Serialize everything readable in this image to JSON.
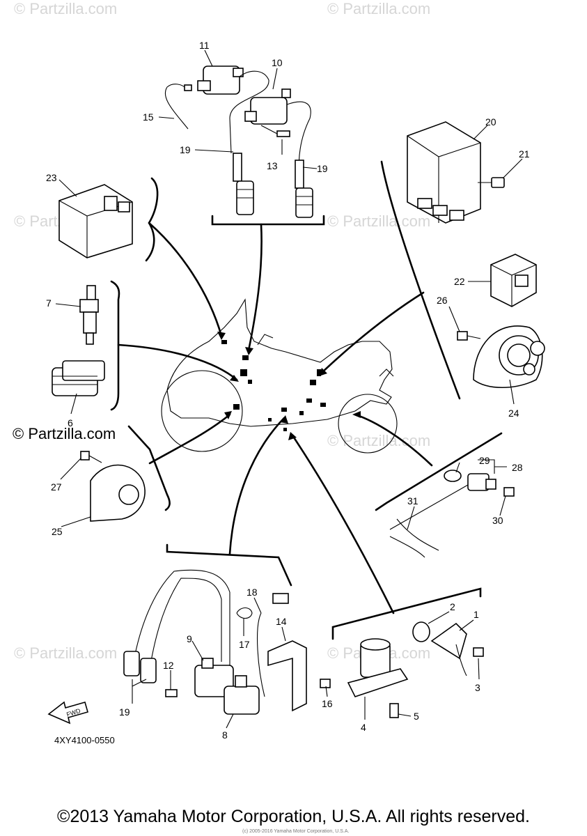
{
  "watermark_text": "© Partzilla.com",
  "watermark_emphasis": "© Partzilla.com",
  "diagram_code": "4XY4100-0550",
  "fwd_label": "FWD",
  "footer": "©2013 Yamaha Motor Corporation, U.S.A. All rights reserved.",
  "small_copyright": "(c) 2005-2016 Yamaha Motor Corporation, U.S.A.",
  "labels": {
    "n1": "1",
    "n2": "2",
    "n3": "3",
    "n4": "4",
    "n5": "5",
    "n6": "6",
    "n7": "7",
    "n8": "8",
    "n9": "9",
    "n10": "10",
    "n11": "11",
    "n12": "12",
    "n13": "13",
    "n14": "14",
    "n15": "15",
    "n16": "16",
    "n17": "17",
    "n18": "18",
    "n19a": "19",
    "n19b": "19",
    "n19c": "19",
    "n20": "20",
    "n21": "21",
    "n22": "22",
    "n23": "23",
    "n24": "24",
    "n25": "25",
    "n26": "26",
    "n27": "27",
    "n28": "28",
    "n29": "29",
    "n30": "30",
    "n31": "31"
  }
}
